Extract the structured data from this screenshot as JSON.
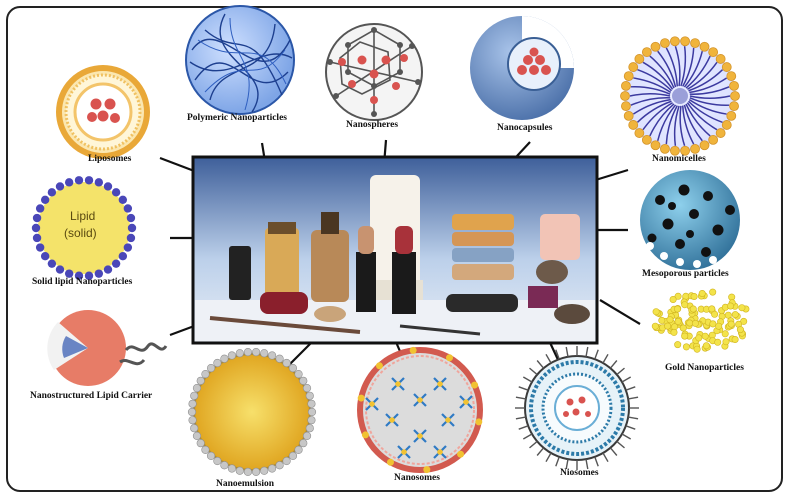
{
  "diagram": {
    "center_image": "cosmetics-products-photo",
    "nanocarriers": [
      {
        "id": "liposomes",
        "label": "Liposomes"
      },
      {
        "id": "polymeric",
        "label": "Polymeric Nanoparticles"
      },
      {
        "id": "nanospheres",
        "label": "Nanospheres"
      },
      {
        "id": "nanocapsules",
        "label": "Nanocapsules"
      },
      {
        "id": "nanomicelles",
        "label": "Nanomicelles"
      },
      {
        "id": "mesoporous",
        "label": "Mesoporous particles"
      },
      {
        "id": "gold",
        "label": "Gold Nanoparticles"
      },
      {
        "id": "niosomes",
        "label": "Niosomes"
      },
      {
        "id": "nanosomes",
        "label": "Nanosomes"
      },
      {
        "id": "nanoemulsion",
        "label": "Nanoemulsion"
      },
      {
        "id": "nlc",
        "label": "Nanostructured Lipid Carrier"
      },
      {
        "id": "sln",
        "label": "Solid lipid Nanoparticles"
      }
    ],
    "sln_inner_text": [
      "Lipid",
      "(solid)"
    ],
    "colors": {
      "frame": "#222222",
      "lipid_head": "#f0b43c",
      "polymer": "#3a6fc8",
      "capsule": "#5a86c2",
      "micelle_tail": "#3c3aa0",
      "mesoporous": "#3d8fb8",
      "gold": "#f1e14a",
      "drug": "#d9534f"
    }
  }
}
